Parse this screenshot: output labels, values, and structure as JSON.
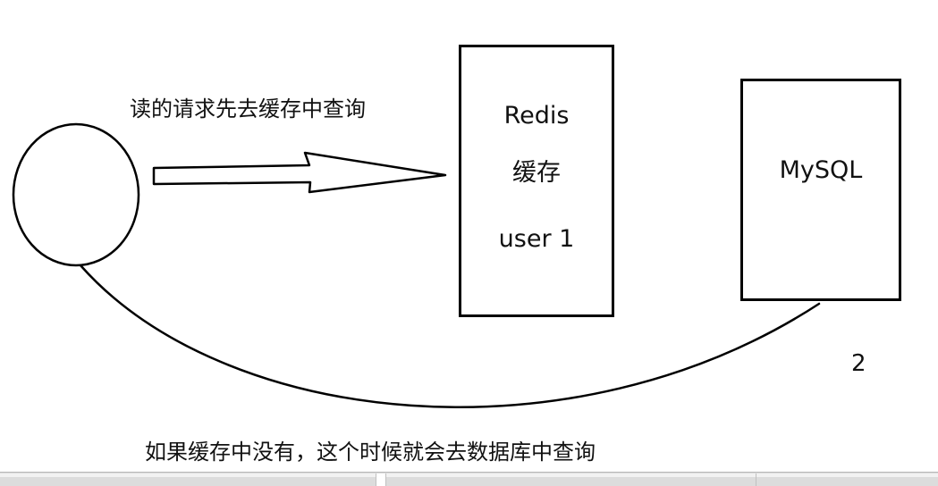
{
  "captions": {
    "arrow": "读的请求先去缓存中查询",
    "bottom": "如果缓存中没有，这个时候就会去数据库中查询",
    "curve_step": "2"
  },
  "redis_box": {
    "line1": "Redis",
    "line2": "缓存",
    "line3": "user 1"
  },
  "mysql_box": {
    "label": "MySQL"
  },
  "colors": {
    "stroke": "#000000",
    "background": "#ffffff",
    "bottom_bar": "#dcdcdc"
  }
}
